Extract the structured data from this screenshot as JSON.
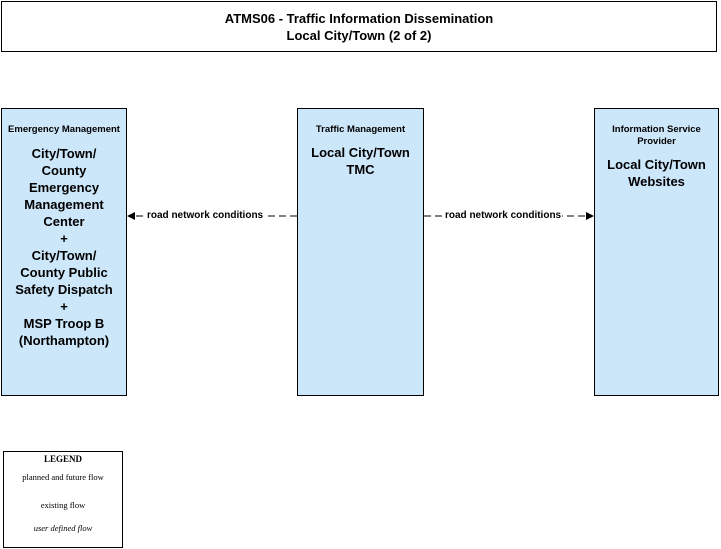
{
  "title": {
    "line1": "ATMS06 - Traffic Information Dissemination",
    "line2": "Local City/Town (2 of 2)"
  },
  "nodes": [
    {
      "category": "Emergency Management",
      "name": "City/Town/\nCounty\nEmergency\nManagement\nCenter\n+\nCity/Town/\nCounty Public\nSafety Dispatch\n+\nMSP Troop B\n(Northampton)",
      "fill": "#cce6fa"
    },
    {
      "category": "Traffic Management",
      "name": "Local City/Town\nTMC",
      "fill": "#cce6fa"
    },
    {
      "category": "Information Service Provider",
      "name": "Local City/Town\nWebsites",
      "fill": "#cce6fa"
    }
  ],
  "flows": [
    {
      "label": "road network conditions",
      "from": "Local City/Town TMC",
      "to": "Emergency Management",
      "style": "dashed"
    },
    {
      "label": "road network conditions",
      "from": "Local City/Town TMC",
      "to": "Local City/Town Websites",
      "style": "dashed"
    }
  ],
  "legend": {
    "title": "LEGEND",
    "items": [
      {
        "label": "planned and future flow",
        "style": "dashed"
      },
      {
        "label": "existing flow",
        "style": "solid"
      },
      {
        "label": "user defined flow",
        "style": "solid"
      }
    ]
  }
}
